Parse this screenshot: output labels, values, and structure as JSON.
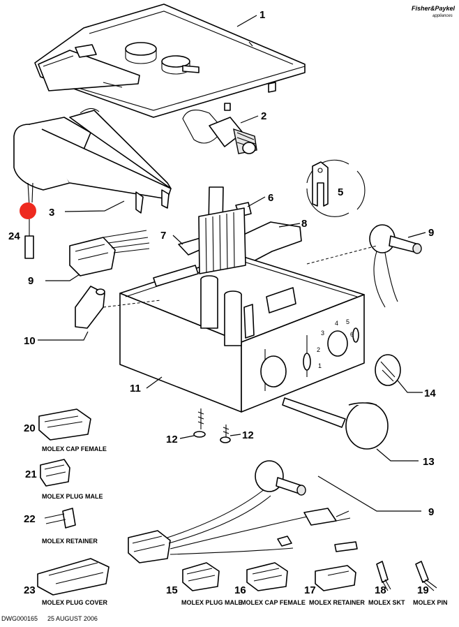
{
  "brand": {
    "name": "Fisher&Paykel",
    "sub": "appliances"
  },
  "footer": {
    "drawing_no": "DWG000165",
    "date": "25 AUGUST 2006"
  },
  "numbers": {
    "n1": "1",
    "n2": "2",
    "n3": "3",
    "n4": "24",
    "n5": "5",
    "n6": "6",
    "n7": "7",
    "n8": "8",
    "n9a": "9",
    "n9b": "9",
    "n9c": "9",
    "n10": "10",
    "n11": "11",
    "n12a": "12",
    "n12b": "12",
    "n13": "13",
    "n14": "14",
    "n15": "15",
    "n16": "16",
    "n17": "17",
    "n18": "18",
    "n19": "19",
    "n20": "20",
    "n21": "21",
    "n22": "22",
    "n23": "23"
  },
  "captions": {
    "c15": "MOLEX PLUG MALE",
    "c16": "MOLEX CAP FEMALE",
    "c17": "MOLEX RETAINER",
    "c18": "MOLEX SKT",
    "c19": "MOLEX PIN",
    "c20": "MOLEX CAP FEMALE",
    "c21": "MOLEX PLUG MALE",
    "c22": "MOLEX RETAINER",
    "c23": "MOLEX  PLUG COVER"
  },
  "dial_marks": {
    "m1": "1",
    "m2": "2",
    "m3": "3",
    "m4": "4",
    "m5": "5",
    "m6": "6"
  },
  "colors": {
    "ink": "#000000",
    "marker": "#ee2a1f",
    "paper": "#ffffff"
  }
}
